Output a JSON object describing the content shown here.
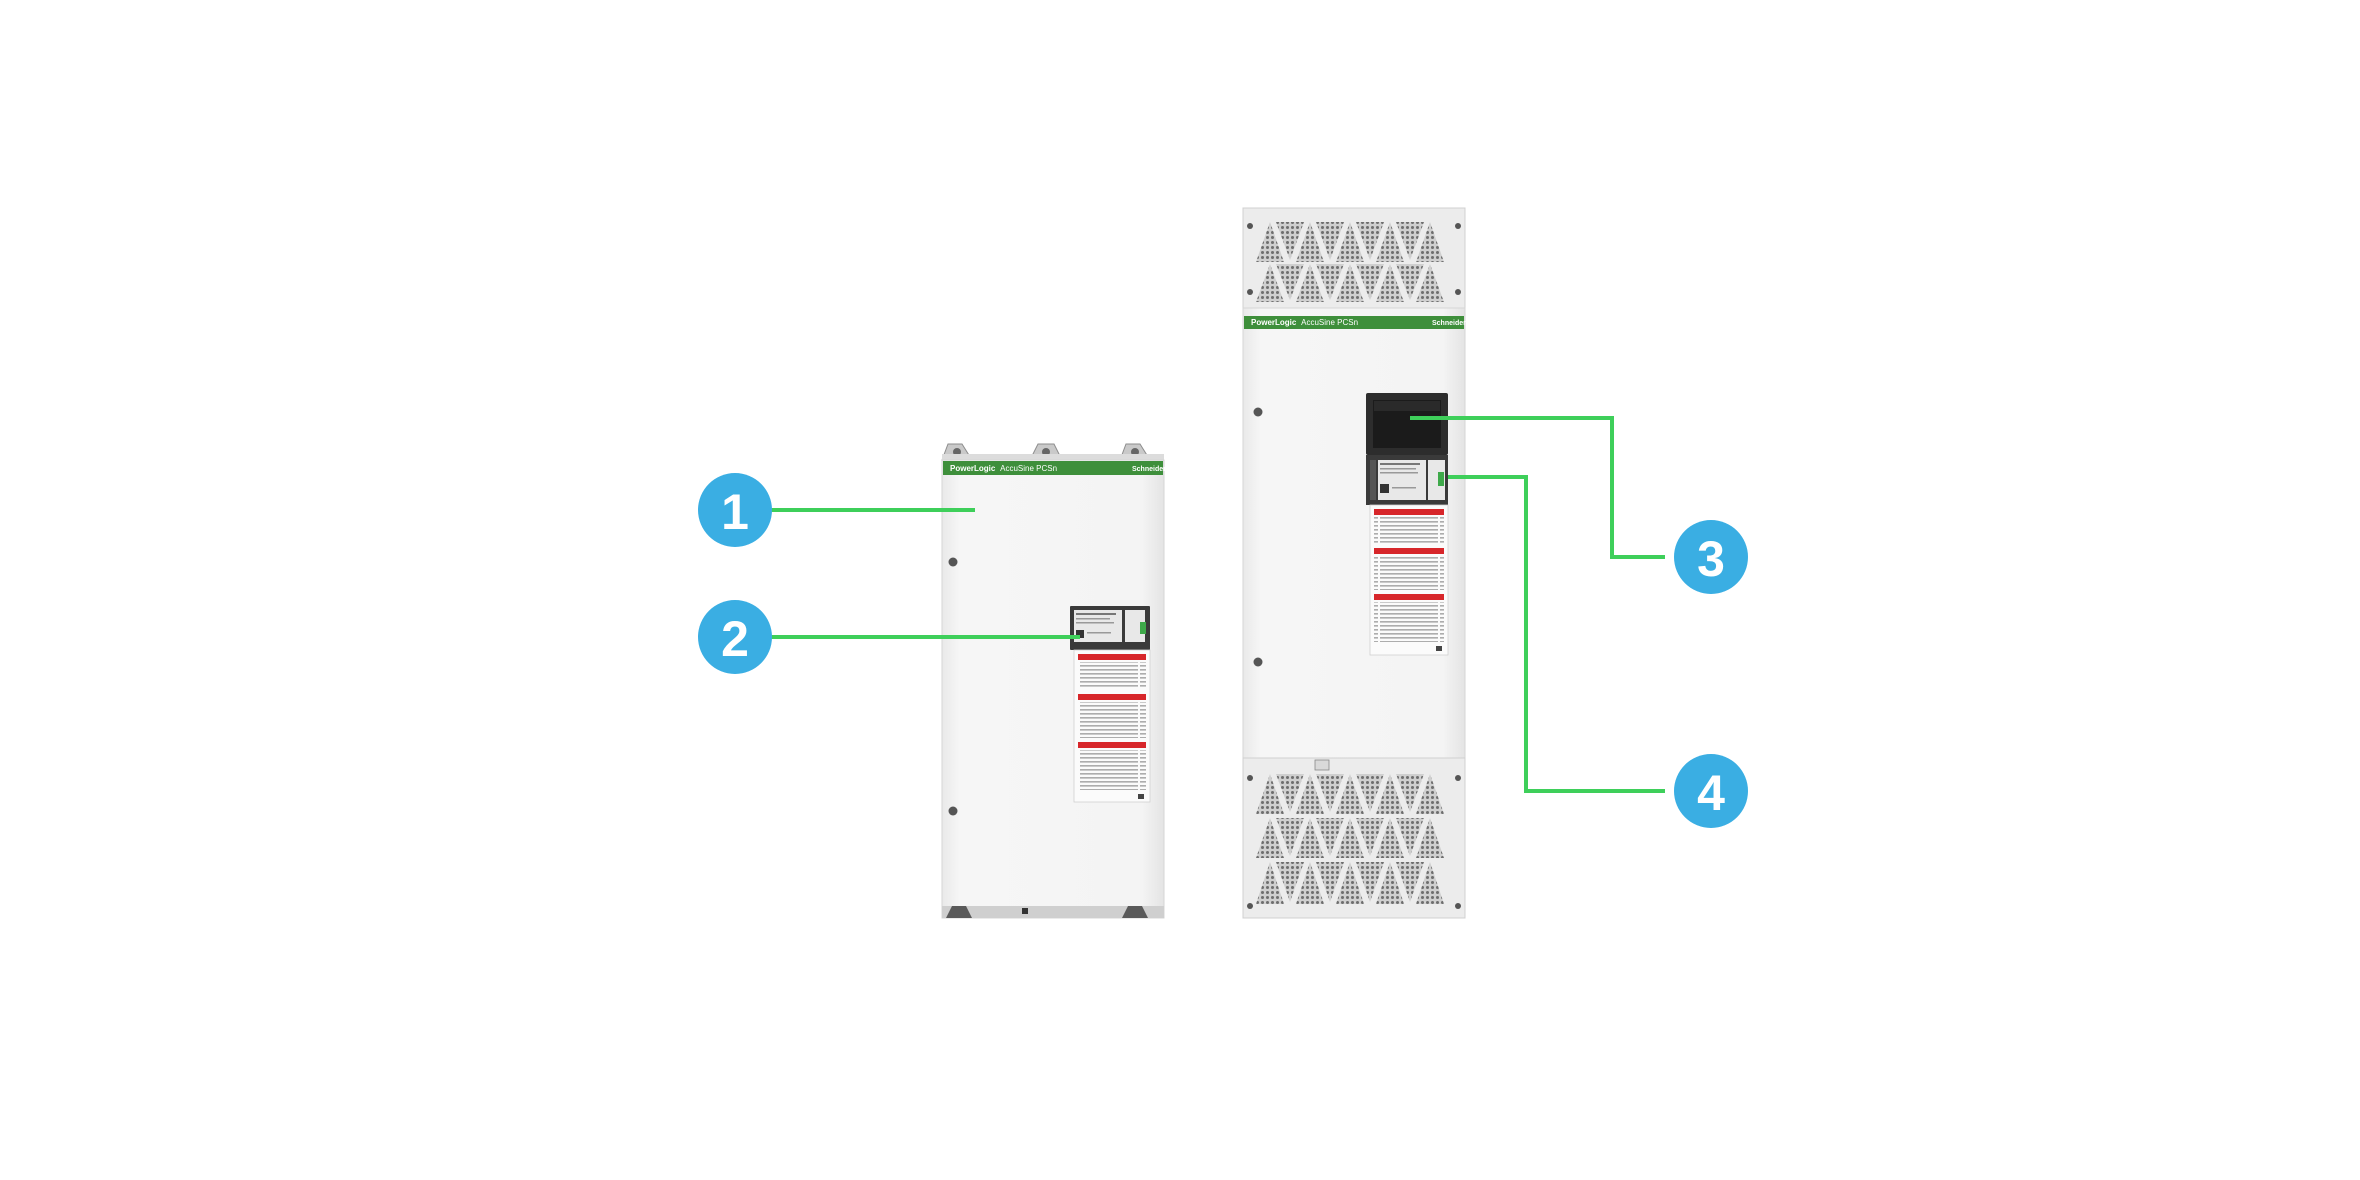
{
  "product": {
    "brand": "PowerLogic",
    "model": "AccuSine PCSn",
    "manufacturer": "Schneider"
  },
  "callouts": [
    {
      "number": "1"
    },
    {
      "number": "2"
    },
    {
      "number": "3"
    },
    {
      "number": "4"
    }
  ],
  "colors": {
    "callout_fill": "#3aaee3",
    "leader_line": "#3ecf5a",
    "brand_bar": "#3e8f3b",
    "cabinet": "#f3f3f3",
    "display": "#2b2b2b",
    "warning_red": "#d7262a"
  }
}
